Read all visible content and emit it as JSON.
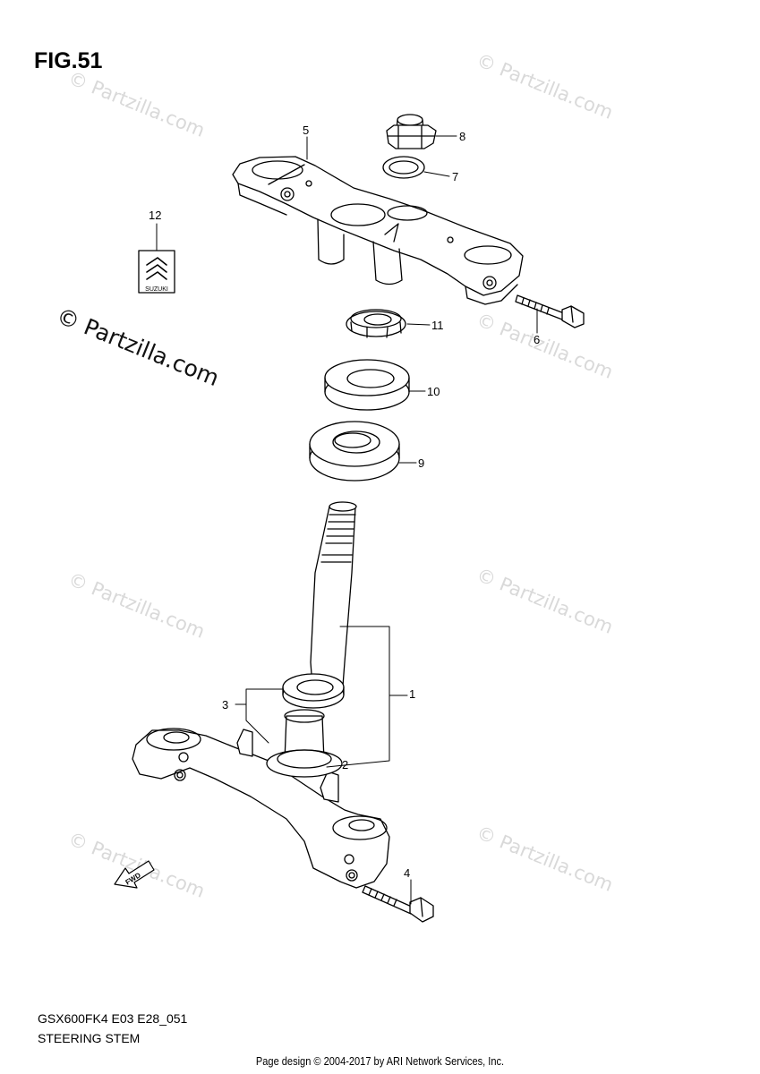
{
  "figure": {
    "title": "FIG.51"
  },
  "watermark": {
    "text": "© Partzilla.com"
  },
  "callouts": [
    {
      "id": "1",
      "label": "1"
    },
    {
      "id": "2",
      "label": "2"
    },
    {
      "id": "3",
      "label": "3"
    },
    {
      "id": "4",
      "label": "4"
    },
    {
      "id": "5",
      "label": "5"
    },
    {
      "id": "6",
      "label": "6"
    },
    {
      "id": "7",
      "label": "7"
    },
    {
      "id": "8",
      "label": "8"
    },
    {
      "id": "9",
      "label": "9"
    },
    {
      "id": "10",
      "label": "10"
    },
    {
      "id": "11",
      "label": "11"
    },
    {
      "id": "12",
      "label": "12"
    }
  ],
  "emblem": {
    "text": "SUZUKI"
  },
  "direction_marker": {
    "text": "FWD"
  },
  "footer": {
    "model_code": "GSX600FK4 E03 E28_051",
    "section_name": "STEERING STEM",
    "credit": "Page design © 2004-2017 by ARI Network Services, Inc."
  }
}
